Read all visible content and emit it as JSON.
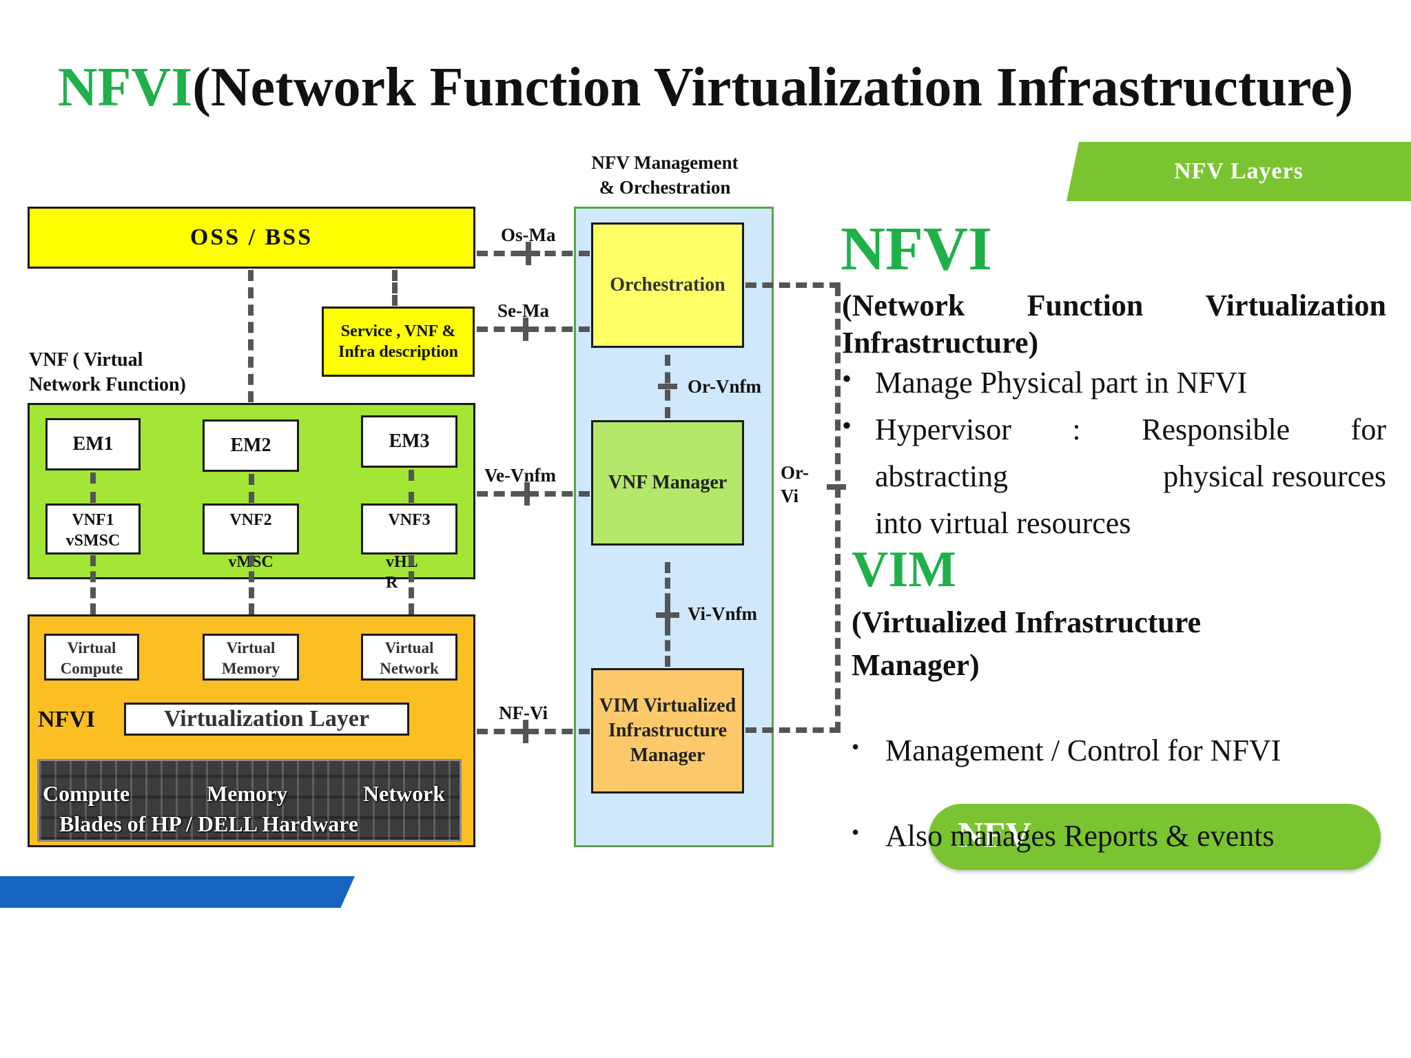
{
  "title": {
    "green": "NFVI",
    "rest": "(Network Function Virtualization Infrastructure)"
  },
  "banner": "NFV Layers",
  "mano_heading": {
    "line1": "NFV Management",
    "line2": "& Orchestration"
  },
  "oss_bss": "OSS / BSS",
  "service_desc": {
    "line1": "Service , VNF &",
    "line2": "Infra description"
  },
  "vnf_label": {
    "line1": "VNF ( Virtual",
    "line2": "Network Function)"
  },
  "em": [
    "EM1",
    "EM2",
    "EM3"
  ],
  "vnf": [
    {
      "line1": "VNF1",
      "line2": "vSMSC"
    },
    {
      "line1": "VNF2",
      "line2": "vMSC"
    },
    {
      "line1": "VNF3",
      "line2": "vHL",
      "line3": "R"
    }
  ],
  "virtual": [
    {
      "line1": "Virtual",
      "line2": "Compute"
    },
    {
      "line1": "Virtual",
      "line2": "Memory"
    },
    {
      "line1": "Virtual",
      "line2": "Network"
    }
  ],
  "nfvi_label": "NFVI",
  "virtualization_layer": "Virtualization Layer",
  "hardware": {
    "compute": "Compute",
    "memory": "Memory",
    "network": "Network",
    "blades": "Blades of HP / DELL Hardware"
  },
  "mano": {
    "orchestration": "Orchestration",
    "vnf_manager": "VNF Manager",
    "vim": {
      "line1": "VIM Virtualized",
      "line2": "Infrastructure",
      "line3": "Manager"
    }
  },
  "interfaces": {
    "os_ma": "Os-Ma",
    "se_ma": "Se-Ma",
    "ve_vnfm": "Ve-Vnfm",
    "nf_vi": "NF-Vi",
    "or_vnfm": "Or-Vnfm",
    "vi_vnfm": "Vi-Vnfm",
    "or_vi": {
      "line1": "Or-",
      "line2": "Vi"
    }
  },
  "right": {
    "nfvi_heading": "NFVI",
    "nfvi_sub": {
      "w1": "(Network",
      "w2": "Function",
      "w3": "Virtualization",
      "line2": "Infrastructure)"
    },
    "bullet1": "Manage Physical part in NFVI",
    "bullet2": {
      "line1a": "Hypervisor",
      "line1b": ":",
      "line1c": "Responsible",
      "line1d": "for",
      "line2a": "abstracting",
      "line2b": "physical resources",
      "line3": "into virtual resources"
    },
    "vim_heading": "VIM",
    "vim_sub": {
      "line1": "(Virtualized Infrastructure",
      "line2": "Manager)"
    },
    "bullet3": "Management / Control for NFVI",
    "bullet4": "Also manages Reports & events",
    "pill": "NFV"
  },
  "colors": {
    "green": "#1fb04a",
    "banner_green": "#7ac431",
    "yellow": "#ffff00",
    "lime": "#a3e635",
    "orange": "#fbbf24",
    "mano_blue": "#cfe8fb",
    "blue_bar": "#1565c0"
  }
}
